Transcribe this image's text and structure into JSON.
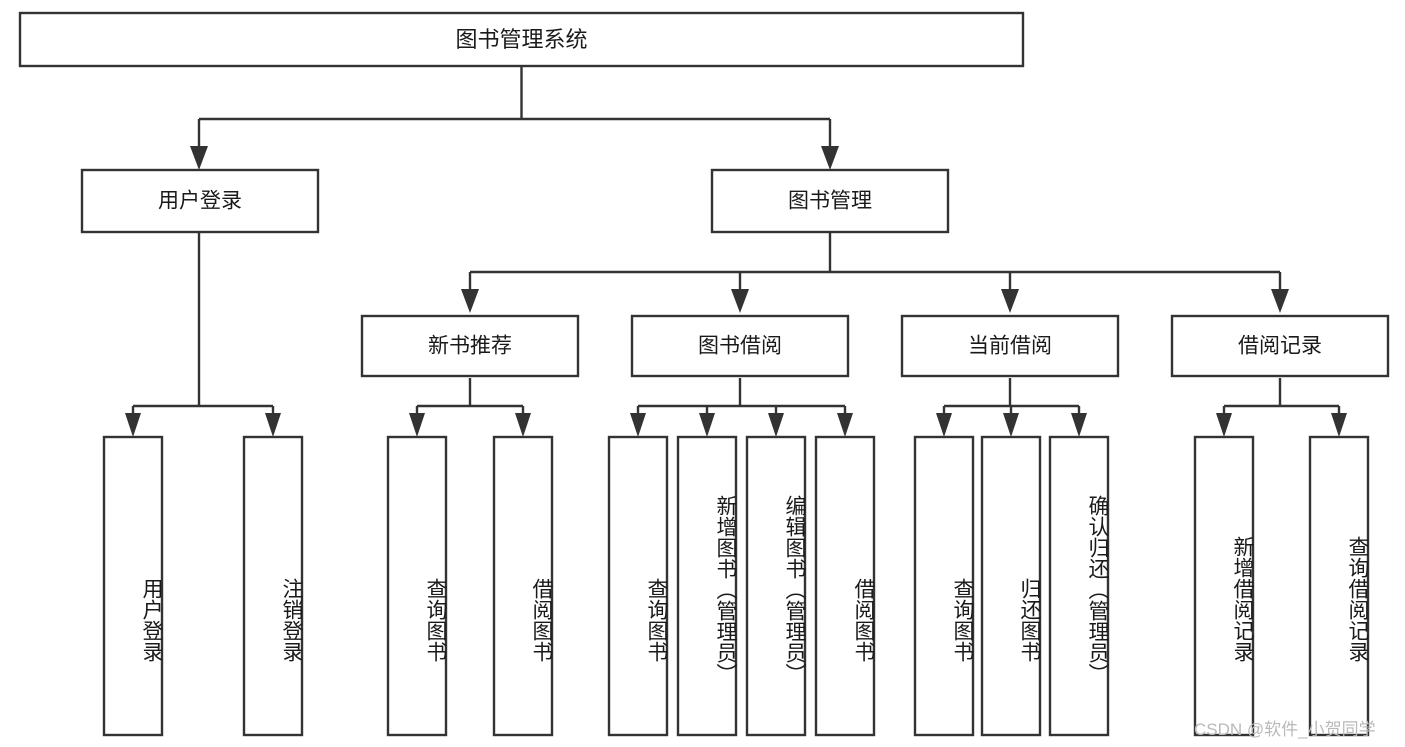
{
  "diagram": {
    "title": "图书管理系统",
    "type": "hierarchy-tree",
    "orientation": "top-down",
    "background_color": "#ffffff",
    "line_color": "#333333",
    "box_fill": "#ffffff",
    "text_color": "#1a1a1a",
    "root": {
      "id": "root",
      "label": "图书管理系统",
      "level": 1
    },
    "level2": [
      {
        "id": "user-login",
        "label": "用户登录",
        "level": 2
      },
      {
        "id": "book-manage",
        "label": "图书管理",
        "level": 2
      }
    ],
    "level3": [
      {
        "id": "new-book-rec",
        "label": "新书推荐",
        "level": 3,
        "parent": "book-manage"
      },
      {
        "id": "book-borrow",
        "label": "图书借阅",
        "level": 3,
        "parent": "book-manage"
      },
      {
        "id": "current-borrow",
        "label": "当前借阅",
        "level": 3,
        "parent": "book-manage"
      },
      {
        "id": "borrow-record",
        "label": "借阅记录",
        "level": 3,
        "parent": "book-manage"
      }
    ],
    "leaves": [
      {
        "id": "leaf-user-login",
        "label": "用户登录",
        "parent": "user-login"
      },
      {
        "id": "leaf-user-logout",
        "label": "注销登录",
        "parent": "user-login"
      },
      {
        "id": "leaf-query-book-rec",
        "label": "查询图书",
        "parent": "new-book-rec"
      },
      {
        "id": "leaf-borrow-book-rec",
        "label": "借阅图书",
        "parent": "new-book-rec"
      },
      {
        "id": "leaf-query-book-borrow",
        "label": "查询图书",
        "parent": "book-borrow"
      },
      {
        "id": "leaf-add-book",
        "label": "新增图书（管理员）",
        "parent": "book-borrow"
      },
      {
        "id": "leaf-edit-book",
        "label": "编辑图书（管理员）",
        "parent": "book-borrow"
      },
      {
        "id": "leaf-borrow-book",
        "label": "借阅图书",
        "parent": "book-borrow"
      },
      {
        "id": "leaf-query-book-current",
        "label": "查询图书",
        "parent": "current-borrow"
      },
      {
        "id": "leaf-return-book",
        "label": "归还图书",
        "parent": "current-borrow"
      },
      {
        "id": "leaf-confirm-return",
        "label": "确认归还（管理员）",
        "parent": "current-borrow"
      },
      {
        "id": "leaf-add-record",
        "label": "新增借阅记录",
        "parent": "borrow-record"
      },
      {
        "id": "leaf-query-record",
        "label": "查询借阅记录",
        "parent": "borrow-record"
      }
    ],
    "watermark": "CSDN @软件_小贺同学"
  }
}
